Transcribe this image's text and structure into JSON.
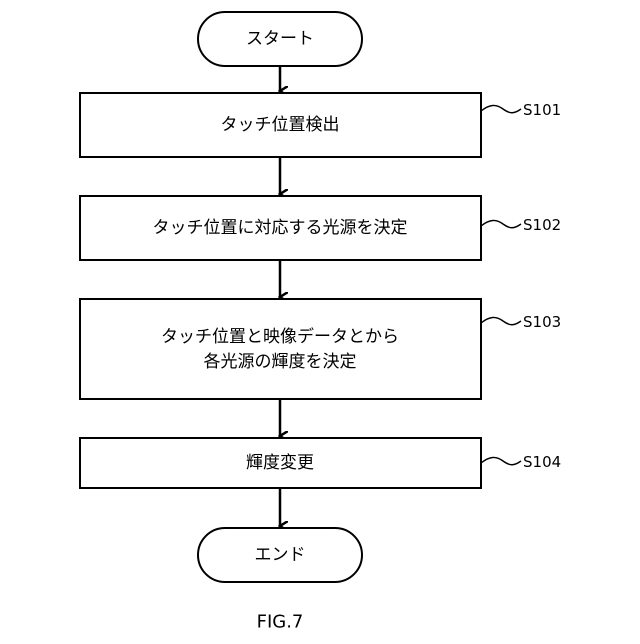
{
  "flowchart": {
    "start": "スタート",
    "steps": [
      {
        "id": "S101",
        "lines": [
          "タッチ位置検出"
        ]
      },
      {
        "id": "S102",
        "lines": [
          "タッチ位置に対応する光源を決定"
        ]
      },
      {
        "id": "S103",
        "lines": [
          "タッチ位置と映像データとから",
          "各光源の輝度を決定"
        ]
      },
      {
        "id": "S104",
        "lines": [
          "輝度変更"
        ]
      }
    ],
    "end": "エンド"
  },
  "figure_label": "FIG.7"
}
